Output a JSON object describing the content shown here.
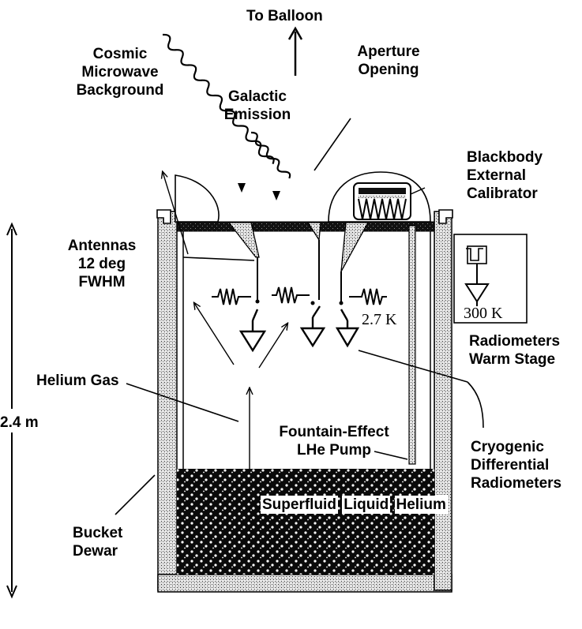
{
  "labels": {
    "to_balloon": "To Balloon",
    "cmb_line1": "Cosmic",
    "cmb_line2": "Microwave",
    "cmb_line3": "Background",
    "aperture_line1": "Aperture",
    "aperture_line2": "Opening",
    "galactic_line1": "Galactic",
    "galactic_line2": "Emission",
    "blackbody_line1": "Blackbody",
    "blackbody_line2": "External",
    "blackbody_line3": "Calibrator",
    "antennas_line1": "Antennas",
    "antennas_line2": "12 deg",
    "antennas_line3": "FWHM",
    "temp_cold": "2.7 K",
    "temp_warm": "300 K",
    "radiometers_warm_line1": "Radiometers",
    "radiometers_warm_line2": "Warm Stage",
    "helium_gas": "Helium Gas",
    "height": "2.4 m",
    "fountain_line1": "Fountain-Effect",
    "fountain_line2": "LHe Pump",
    "cryogenic_line1": "Cryogenic",
    "cryogenic_line2": "Differential",
    "cryogenic_line3": "Radiometers",
    "superfluid_line1": "Superfluid",
    "superfluid_line2": "Liquid",
    "superfluid_line3": "Helium",
    "bucket_line1": "Bucket",
    "bucket_line2": "Dewar"
  }
}
